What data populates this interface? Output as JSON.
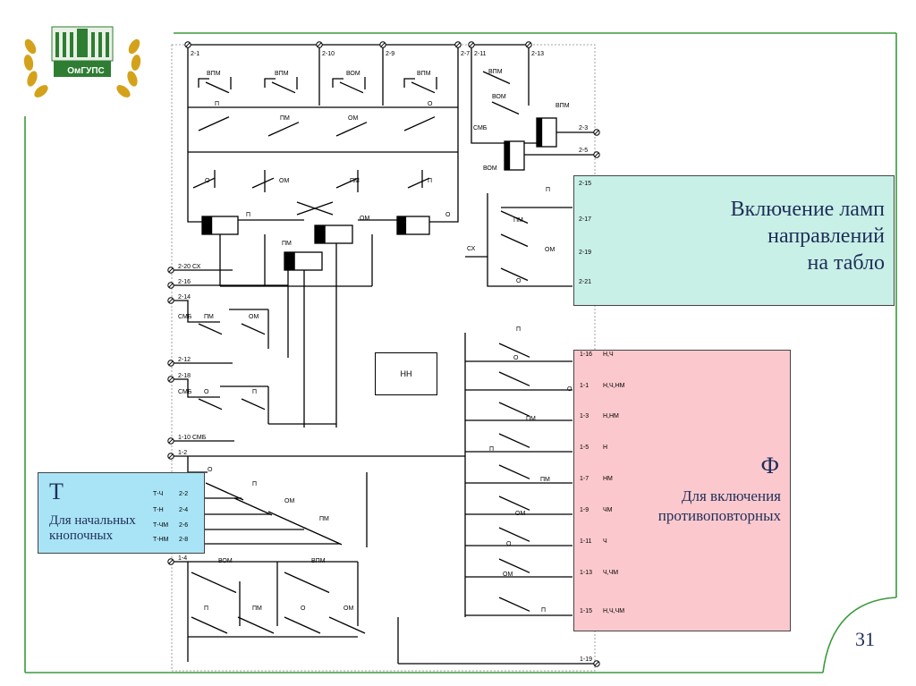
{
  "logo": {
    "text": "ОмГУПС"
  },
  "slide": {
    "number": "31"
  },
  "nn_box": {
    "label": "НН"
  },
  "panels": {
    "top": {
      "lines": [
        "Включение ламп",
        "направлений",
        "на табло"
      ]
    },
    "f": {
      "letter": "Ф",
      "lines": [
        "Для включения",
        "противоповторных"
      ]
    },
    "t": {
      "letter": "Т",
      "lines": [
        "Для начальных",
        "кнопочных"
      ]
    }
  },
  "top_terminals": [
    "2-1",
    "2-10",
    "2-9",
    "2-7",
    "2-11",
    "2-13"
  ],
  "left_terminals": [
    "2-20 СХ",
    "2-16",
    "2-14",
    "2-12",
    "2-18",
    "1-10 СМБ",
    "1-2"
  ],
  "right_top_terminals": [
    "2-3",
    "2-5",
    "2-15",
    "2-17",
    "2-19",
    "2-21"
  ],
  "right_f_terminals": [
    {
      "id": "1-16",
      "tag": "Н,Ч"
    },
    {
      "id": "1-1",
      "tag": "Н,Ч,НМ"
    },
    {
      "id": "1-3",
      "tag": "Н,НМ"
    },
    {
      "id": "1-5",
      "tag": "Н"
    },
    {
      "id": "1-7",
      "tag": "НМ"
    },
    {
      "id": "1-9",
      "tag": "ЧМ"
    },
    {
      "id": "1-11",
      "tag": "Ч"
    },
    {
      "id": "1-13",
      "tag": "Ч,ЧМ"
    },
    {
      "id": "1-15",
      "tag": "Н,Ч,ЧМ"
    },
    {
      "id": "1-19",
      "tag": ""
    }
  ],
  "t_terminals": [
    {
      "id": "2-2",
      "tag": "Т-Ч"
    },
    {
      "id": "2-4",
      "tag": "Т-Н"
    },
    {
      "id": "2-6",
      "tag": "Т-ЧМ"
    },
    {
      "id": "2-8",
      "tag": "Т-НМ"
    }
  ],
  "bottom_left_terminal": "1-4",
  "contact_labels": [
    "ВПМ",
    "ВПМ",
    "ВОМ",
    "ВПМ",
    "П",
    "ПМ",
    "ОМ",
    "О",
    "О",
    "ОМ",
    "ПМ",
    "П",
    "П",
    "ОМ",
    "О",
    "ПМ",
    "ВПМ",
    "ВОМ",
    "ВПМ",
    "СМБ",
    "ВОМ",
    "П",
    "ПМ",
    "СХ",
    "ОМ",
    "О",
    "СМБ",
    "ПМ",
    "ОМ",
    "СМБ",
    "О",
    "П",
    "П",
    "О",
    "О",
    "ПМ",
    "П",
    "ПМ",
    "ОМ",
    "О",
    "ОМ",
    "П",
    "О",
    "П",
    "ОМ",
    "ПМ",
    "ВОМ",
    "ВПМ",
    "П",
    "ПМ",
    "О",
    "ОМ"
  ]
}
